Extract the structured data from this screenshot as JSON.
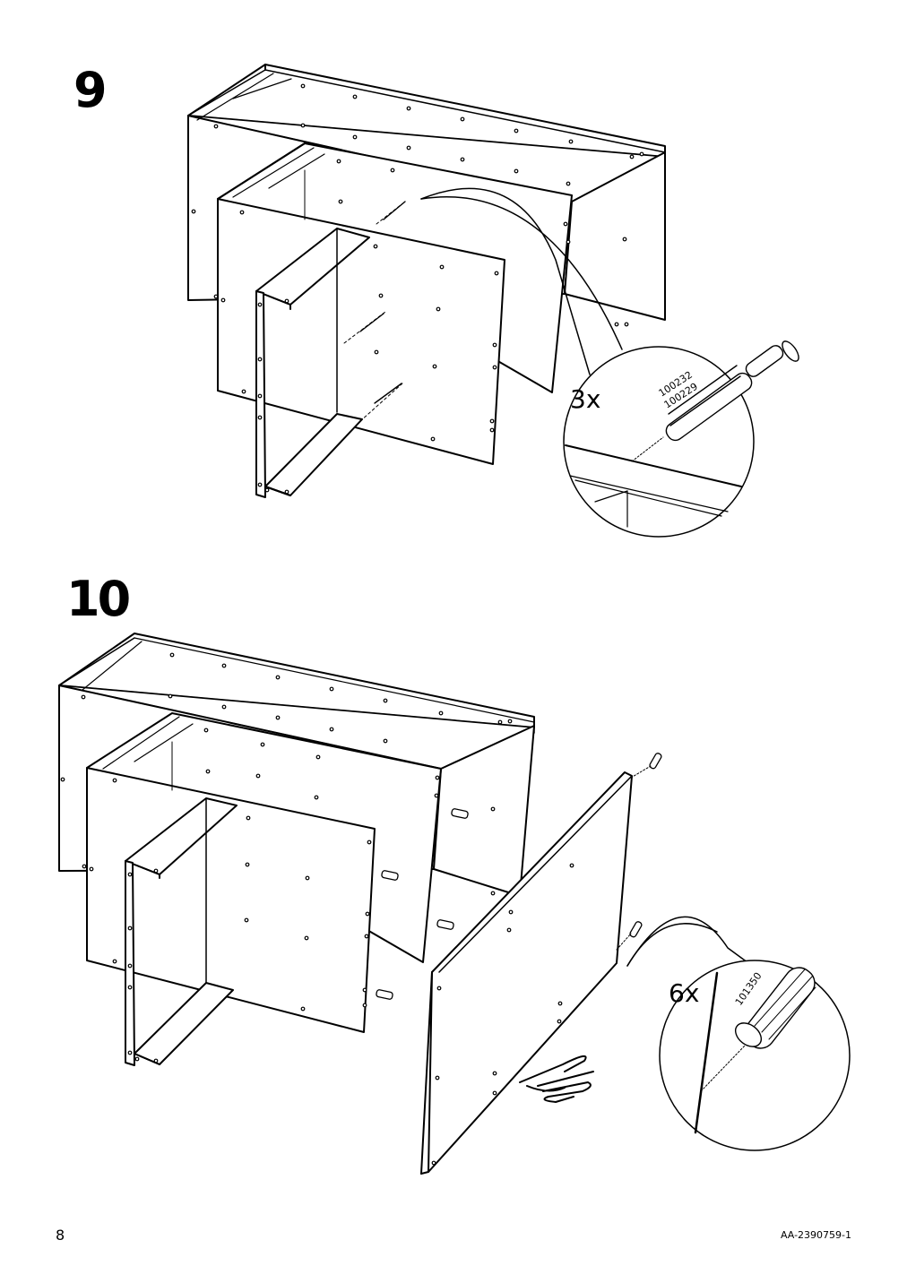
{
  "steps": [
    {
      "number": "9",
      "quantity": "3x",
      "part_numbers": [
        "100232",
        "100229"
      ],
      "part_icon": "cam-lock-dowel-screw"
    },
    {
      "number": "10",
      "quantity": "6x",
      "part_numbers": [
        "101350"
      ],
      "part_icon": "wooden-dowel"
    }
  ],
  "footer": {
    "page_number": "8",
    "document_code": "AA-2390759-1"
  },
  "icons": {
    "step10_hint": "pointing-hand-icon"
  }
}
